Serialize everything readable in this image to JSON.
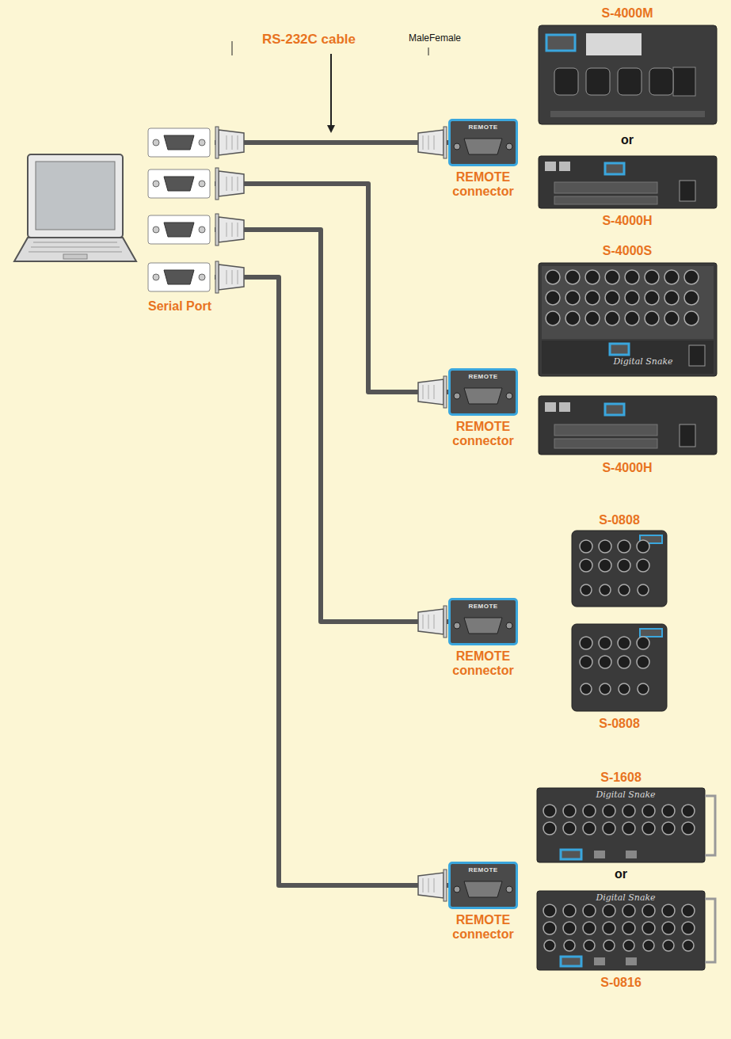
{
  "diagram": {
    "nodes": [
      {
        "text": [
          "Serial Port"
        ]
      },
      {
        "text": [
          "REMOTE",
          "REMOTE connector"
        ]
      },
      {
        "text": [
          "REMOTE",
          "REMOTE connector"
        ]
      },
      {
        "text": [
          "REMOTE",
          "REMOTE connector"
        ]
      },
      {
        "text": [
          "REMOTE",
          "REMOTE connector"
        ]
      }
    ],
    "edges": [
      {
        "from": 0,
        "to": 1,
        "arrow": "none"
      },
      {
        "from": 0,
        "to": 2,
        "arrow": "none"
      },
      {
        "from": 0,
        "to": 3,
        "arrow": "none"
      },
      {
        "from": 0,
        "to": 4,
        "arrow": "none"
      }
    ],
    "labels": [
      "RS-232C cable",
      "MaleFemale",
      "S-4000M",
      "or",
      "S-4000H",
      "S-4000S",
      "S-4000H",
      "S-0808",
      "S-0808",
      "S-1608",
      "or",
      "S-0816",
      "Digital Snake",
      "Digital Snake",
      "Digital Snake"
    ]
  }
}
